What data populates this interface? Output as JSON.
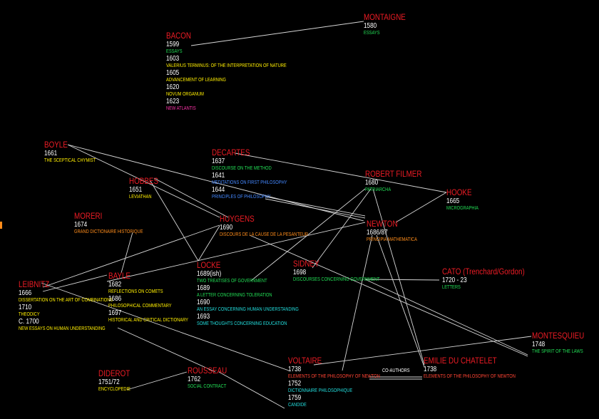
{
  "colors": {
    "name": "#ee1c25",
    "year": "#ffffff",
    "line": "#d8d8d8",
    "green": "#22dd55",
    "yellow": "#ffee00",
    "orange": "#ff8c1a",
    "blue": "#4488ff",
    "cyan": "#22dddd",
    "magenta": "#ff33aa",
    "red": "#ff4433"
  },
  "nodes": [
    {
      "id": "montaigne",
      "name": "MONTAIGNE",
      "items": [
        {
          "year": "1580",
          "work": "ESSAYS",
          "color": "green"
        }
      ]
    },
    {
      "id": "bacon",
      "name": "BACON",
      "items": [
        {
          "year": "1599",
          "work": "ESSAYS",
          "color": "green"
        },
        {
          "year": "1603",
          "work": "VALERIUS TERMINUS: OF THE INTERPRETATION OF NATURE",
          "color": "yellow"
        },
        {
          "year": "1605",
          "work": "ADVANCEMENT OF LEARNING",
          "color": "yellow"
        },
        {
          "year": "1620",
          "work": "NOVUM ORGANUM",
          "color": "yellow"
        },
        {
          "year": "1623",
          "work": "NEW ATLANTIS",
          "color": "magenta"
        }
      ]
    },
    {
      "id": "boyle",
      "name": "BOYLE",
      "items": [
        {
          "year": "1661",
          "work": "THE SCEPTICAL CHYMIST",
          "color": "yellow"
        }
      ]
    },
    {
      "id": "decartes",
      "name": "DECARTES",
      "items": [
        {
          "year": "1637",
          "work": "DISCOURSE ON THE METHOD",
          "color": "green"
        },
        {
          "year": "1641",
          "work": "MEDITATIONS ON FIRST PHILOSOPHY",
          "color": "blue"
        },
        {
          "year": "1644",
          "work": "PRINCIPLES OF PHILOSOPHY",
          "color": "blue"
        }
      ]
    },
    {
      "id": "filmer",
      "name": "ROBERT FILMER",
      "items": [
        {
          "year": "1680",
          "work": "PATRIARCHA",
          "color": "green"
        }
      ]
    },
    {
      "id": "hooke",
      "name": "HOOKE",
      "items": [
        {
          "year": "1665",
          "work": "MICROGRAPHIA",
          "color": "green"
        }
      ]
    },
    {
      "id": "hobbes",
      "name": "HOBBES",
      "items": [
        {
          "year": "1651",
          "work": "LEVIATHAN",
          "color": "yellow"
        }
      ]
    },
    {
      "id": "huygens",
      "name": "HUYGENS",
      "items": [
        {
          "year": "1690",
          "work": "DISCOURS DE LA CAUSE DE LA PESANTEUR",
          "color": "orange"
        }
      ]
    },
    {
      "id": "newton",
      "name": "NEWTON",
      "items": [
        {
          "year": "1686/87",
          "work": "PRINCIPIA MATHEMATICA",
          "color": "orange"
        }
      ]
    },
    {
      "id": "moreri",
      "name": "MORERI",
      "items": [
        {
          "year": "1674",
          "work": "GRAND DICTIONAIRE HISTORIQUE",
          "color": "orange"
        }
      ]
    },
    {
      "id": "locke",
      "name": "LOCKE",
      "items": [
        {
          "year": "1689(ish)",
          "work": "TWO TREATISES OF GOVERNMENT",
          "color": "green"
        },
        {
          "year": "1689",
          "work": "A LETTER CONCERNING TOLERATION",
          "color": "green"
        },
        {
          "year": "1690",
          "work": "AN ESSAY CONCERNING HUMAN UNDERSTANDING",
          "color": "cyan"
        },
        {
          "year": "1693",
          "work": "SOME THOUGHTS CONCERNING EDUCATION",
          "color": "cyan"
        }
      ]
    },
    {
      "id": "sidney",
      "name": "SIDNEY",
      "items": [
        {
          "year": "1698",
          "work": "DISCOURSES CONCERNING GOVERNMENT",
          "color": "green"
        }
      ]
    },
    {
      "id": "cato",
      "name": "CATO (Trenchard/Gordon)",
      "items": [
        {
          "year": "1720 - 23",
          "work": "LETTERS",
          "color": "green"
        }
      ]
    },
    {
      "id": "leibnitz",
      "name": "LEIBNITZ",
      "items": [
        {
          "year": "1666",
          "work": "DISSERTATION ON THE ART OF COMBINATIONS",
          "color": "yellow"
        },
        {
          "year": "1710",
          "work": "THEODICY",
          "color": "yellow"
        },
        {
          "year": "C. 1700",
          "work": "NEW ESSAYS ON HUMAN UNDERSTANDING",
          "color": "yellow"
        }
      ]
    },
    {
      "id": "bayle",
      "name": "BAYLE",
      "items": [
        {
          "year": "1682",
          "work": "REFLECTIONS ON COMETS",
          "color": "yellow"
        },
        {
          "year": "1686",
          "work": "PHILOSOPHICAL COMMENTARY",
          "color": "yellow"
        },
        {
          "year": "1697",
          "work": "HISTORICAL AND CRITICAL DICTIONARY",
          "color": "yellow"
        }
      ]
    },
    {
      "id": "montesquieu",
      "name": "MONTESQUIEU",
      "items": [
        {
          "year": "1748",
          "work": "THE SPIRIT OF THE LAWS",
          "color": "green"
        }
      ]
    },
    {
      "id": "voltaire",
      "name": "VOLTAIRE",
      "items": [
        {
          "year": "1738",
          "work": "ELEMENTS OF THE PHILOSOPHY OF NEWTON",
          "color": "red"
        },
        {
          "year": "1752",
          "work": "DICTIONNAIRE PHILOSOPHIQUE",
          "color": "cyan"
        },
        {
          "year": "1759",
          "work": "CANDIDE",
          "color": "cyan"
        }
      ]
    },
    {
      "id": "chatelet",
      "name": "EMILIE DU CHATELET",
      "items": [
        {
          "year": "1738",
          "work": "ELEMENTS OF THE PHILOSOPHY OF NEWTON",
          "color": "red"
        }
      ]
    },
    {
      "id": "diderot",
      "name": "DIDEROT",
      "items": [
        {
          "year": "1751/72",
          "work": "ENCYCLOPEDIE",
          "color": "yellow"
        }
      ]
    },
    {
      "id": "rousseau",
      "name": "ROUSSEAU",
      "items": [
        {
          "year": "1762",
          "work": "SOCIAL CONTRACT",
          "color": "green"
        }
      ]
    }
  ],
  "edge_labels": {
    "coauthors": "CO-AUTHORS"
  }
}
